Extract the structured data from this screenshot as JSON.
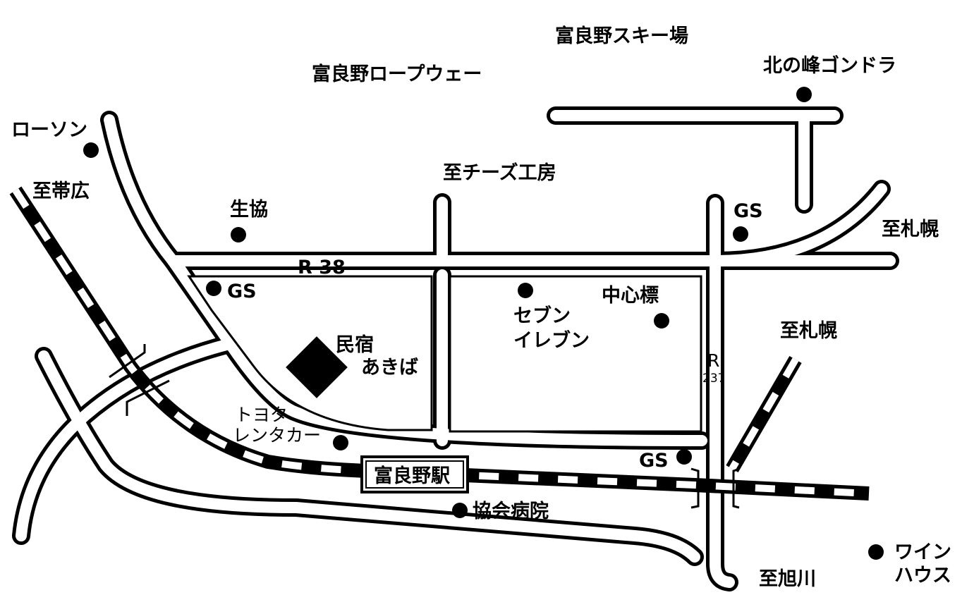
{
  "labels": {
    "ski_area": "富良野スキー場",
    "ropeway": "富良野ロープウェー",
    "gondola": "北の峰ゴンドラ",
    "lawson": "ローソン",
    "to_obihiro": "至帯広",
    "coop": "生協",
    "to_cheese": "至チーズ工房",
    "gs_north": "GS",
    "to_sapporo_1": "至札幌",
    "route38": "R 38",
    "gs_west": "GS",
    "minshuku_1": "民宿",
    "minshuku_2": "あきば",
    "seven_1": "セブン",
    "seven_2": "イレブン",
    "center_mark": "中心標",
    "to_sapporo_2": "至札幌",
    "route237_r": "R",
    "route237_n": "237",
    "toyota_1": "トヨタ",
    "toyota_2": "レンタカー",
    "station": "富良野駅",
    "gs_station": "GS",
    "hospital": "協会病院",
    "to_asahikawa": "至旭川",
    "wine_1": "ワイン",
    "wine_2": "ハウス"
  },
  "colors": {
    "ink": "#000000",
    "paper": "#ffffff"
  }
}
